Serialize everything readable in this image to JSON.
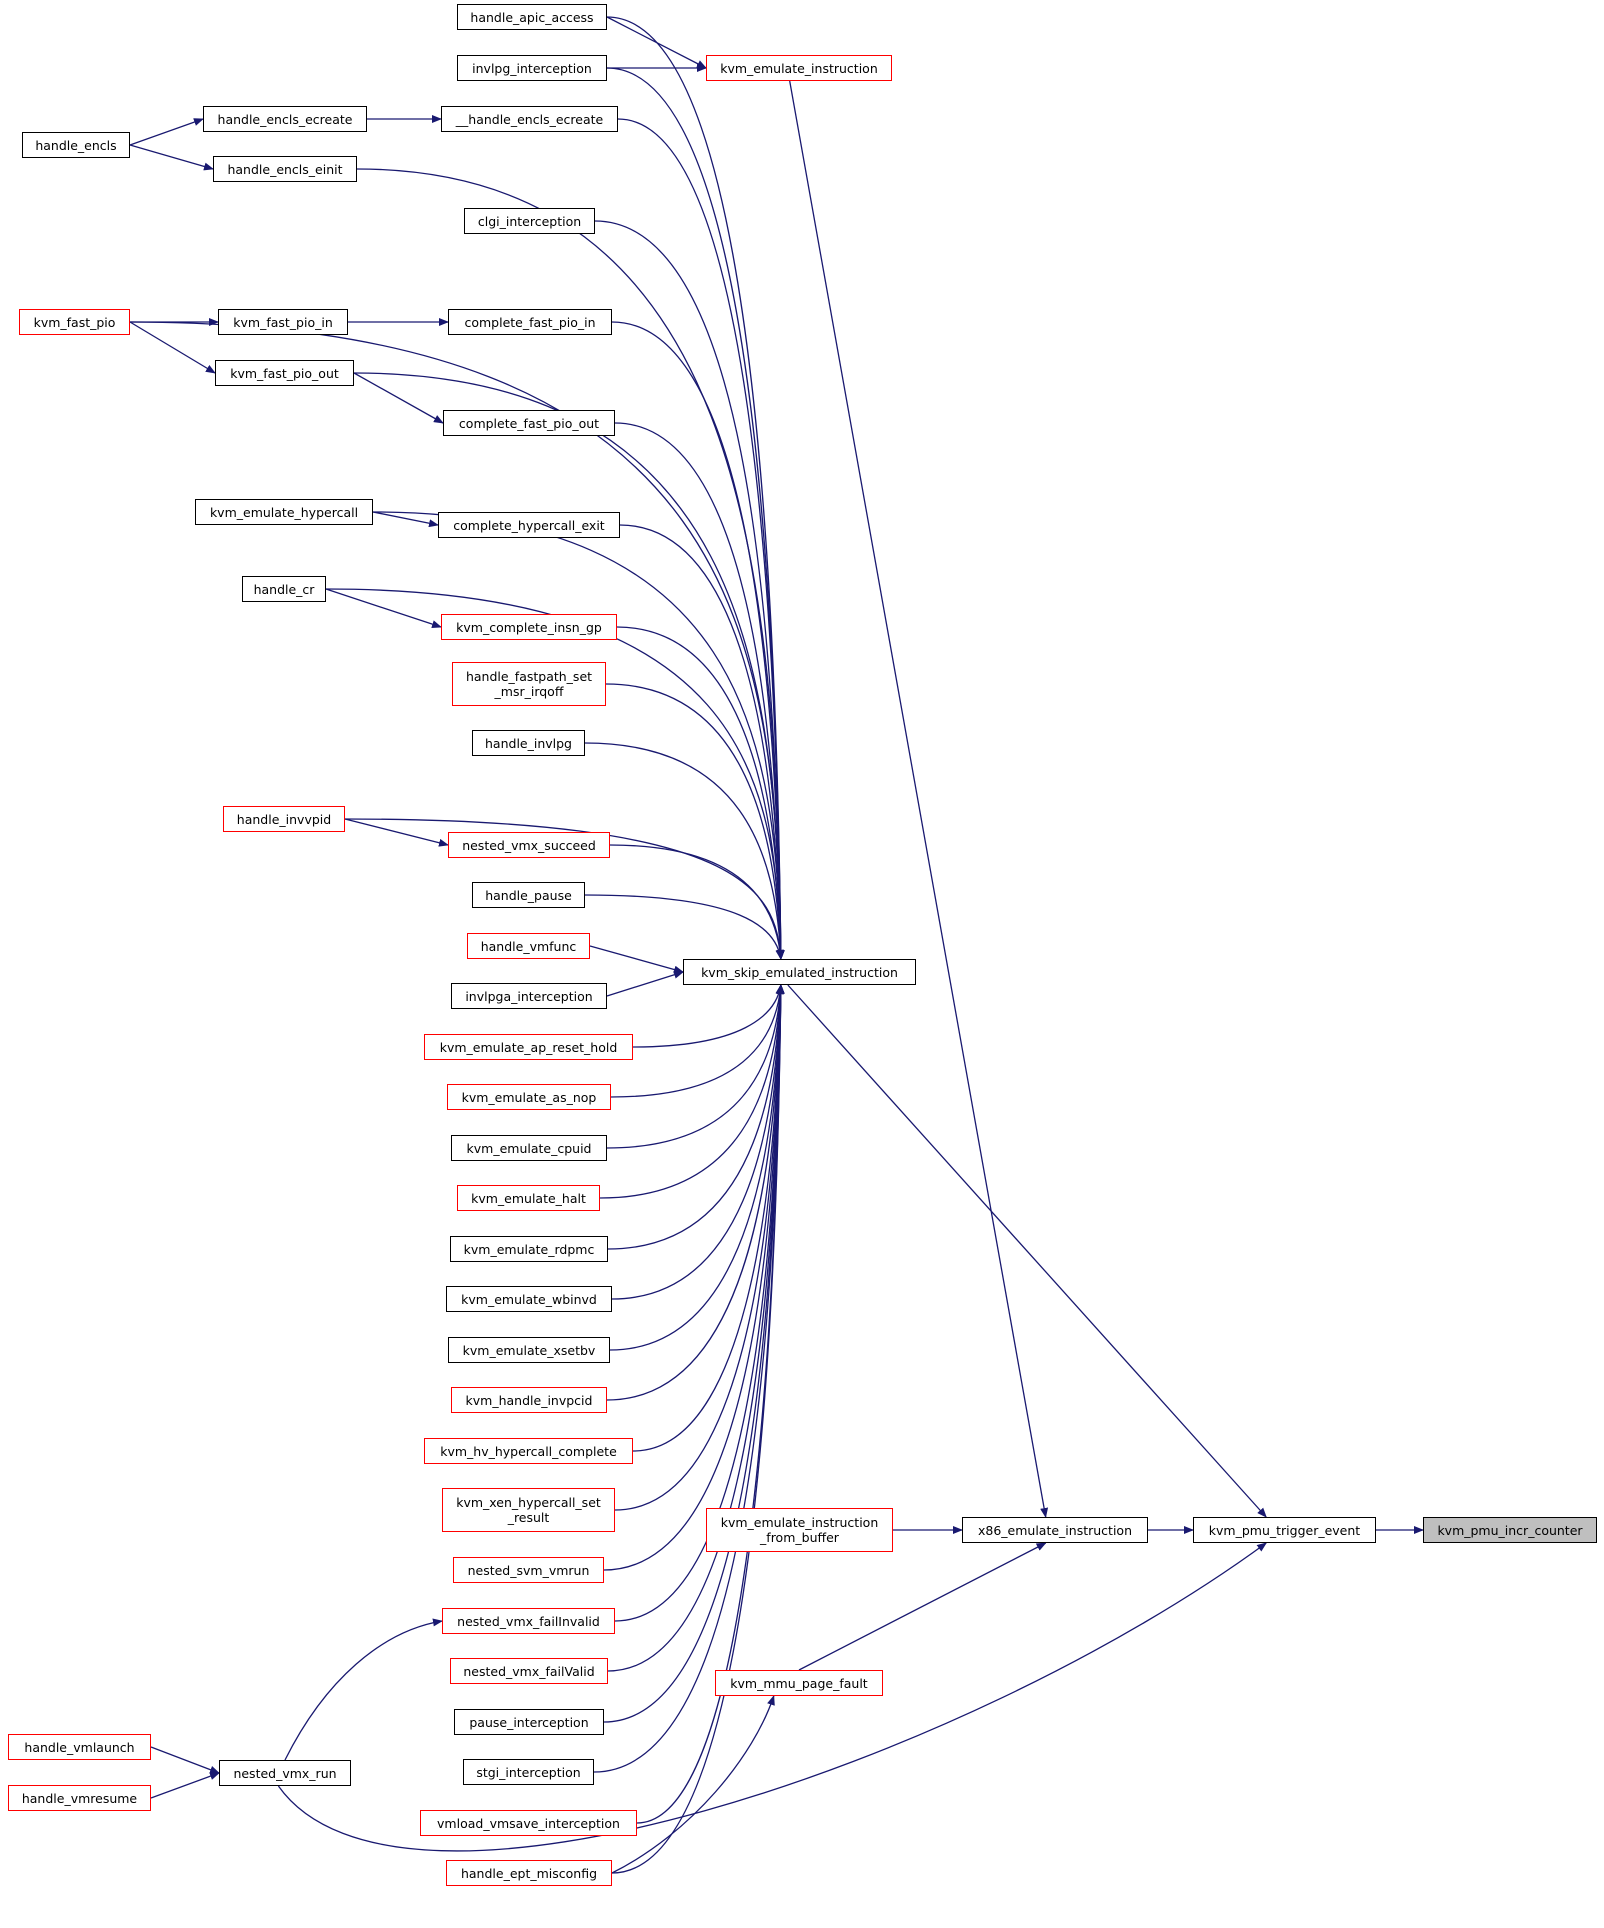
{
  "diagram": {
    "colors": {
      "edge": "#191970",
      "linked_border": "#ff0000",
      "plain_border": "#000000",
      "selected_fill": "#bfbfbf"
    },
    "nodes": {
      "handle_apic_access": {
        "label": [
          "handle_apic_access"
        ],
        "style": "plain"
      },
      "invlpg_interception": {
        "label": [
          "invlpg_interception"
        ],
        "style": "plain"
      },
      "kvm_emulate_instruction": {
        "label": [
          "kvm_emulate_instruction"
        ],
        "style": "red"
      },
      "handle_encls": {
        "label": [
          "handle_encls"
        ],
        "style": "plain"
      },
      "handle_encls_ecreate": {
        "label": [
          "handle_encls_ecreate"
        ],
        "style": "plain"
      },
      "__handle_encls_ecreate": {
        "label": [
          "__handle_encls_ecreate"
        ],
        "style": "plain"
      },
      "handle_encls_einit": {
        "label": [
          "handle_encls_einit"
        ],
        "style": "plain"
      },
      "clgi_interception": {
        "label": [
          "clgi_interception"
        ],
        "style": "plain"
      },
      "kvm_fast_pio": {
        "label": [
          "kvm_fast_pio"
        ],
        "style": "red"
      },
      "kvm_fast_pio_in": {
        "label": [
          "kvm_fast_pio_in"
        ],
        "style": "plain"
      },
      "complete_fast_pio_in": {
        "label": [
          "complete_fast_pio_in"
        ],
        "style": "plain"
      },
      "kvm_fast_pio_out": {
        "label": [
          "kvm_fast_pio_out"
        ],
        "style": "plain"
      },
      "complete_fast_pio_out": {
        "label": [
          "complete_fast_pio_out"
        ],
        "style": "plain"
      },
      "kvm_emulate_hypercall": {
        "label": [
          "kvm_emulate_hypercall"
        ],
        "style": "plain"
      },
      "complete_hypercall_exit": {
        "label": [
          "complete_hypercall_exit"
        ],
        "style": "plain"
      },
      "handle_cr": {
        "label": [
          "handle_cr"
        ],
        "style": "plain"
      },
      "kvm_complete_insn_gp": {
        "label": [
          "kvm_complete_insn_gp"
        ],
        "style": "red"
      },
      "handle_fastpath_set_msr_irqoff": {
        "label": [
          "handle_fastpath_set",
          "_msr_irqoff"
        ],
        "style": "red"
      },
      "handle_invlpg": {
        "label": [
          "handle_invlpg"
        ],
        "style": "plain"
      },
      "handle_invvpid": {
        "label": [
          "handle_invvpid"
        ],
        "style": "red"
      },
      "nested_vmx_succeed": {
        "label": [
          "nested_vmx_succeed"
        ],
        "style": "red"
      },
      "handle_pause": {
        "label": [
          "handle_pause"
        ],
        "style": "plain"
      },
      "handle_vmfunc": {
        "label": [
          "handle_vmfunc"
        ],
        "style": "red"
      },
      "invlpga_interception": {
        "label": [
          "invlpga_interception"
        ],
        "style": "plain"
      },
      "kvm_emulate_ap_reset_hold": {
        "label": [
          "kvm_emulate_ap_reset_hold"
        ],
        "style": "red"
      },
      "kvm_emulate_as_nop": {
        "label": [
          "kvm_emulate_as_nop"
        ],
        "style": "red"
      },
      "kvm_emulate_cpuid": {
        "label": [
          "kvm_emulate_cpuid"
        ],
        "style": "plain"
      },
      "kvm_emulate_halt": {
        "label": [
          "kvm_emulate_halt"
        ],
        "style": "red"
      },
      "kvm_emulate_rdpmc": {
        "label": [
          "kvm_emulate_rdpmc"
        ],
        "style": "plain"
      },
      "kvm_emulate_wbinvd": {
        "label": [
          "kvm_emulate_wbinvd"
        ],
        "style": "plain"
      },
      "kvm_emulate_xsetbv": {
        "label": [
          "kvm_emulate_xsetbv"
        ],
        "style": "plain"
      },
      "kvm_handle_invpcid": {
        "label": [
          "kvm_handle_invpcid"
        ],
        "style": "red"
      },
      "kvm_hv_hypercall_complete": {
        "label": [
          "kvm_hv_hypercall_complete"
        ],
        "style": "red"
      },
      "kvm_xen_hypercall_set_result": {
        "label": [
          "kvm_xen_hypercall_set",
          "_result"
        ],
        "style": "red"
      },
      "nested_svm_vmrun": {
        "label": [
          "nested_svm_vmrun"
        ],
        "style": "red"
      },
      "nested_vmx_failInvalid": {
        "label": [
          "nested_vmx_failInvalid"
        ],
        "style": "red"
      },
      "nested_vmx_failValid": {
        "label": [
          "nested_vmx_failValid"
        ],
        "style": "red"
      },
      "pause_interception": {
        "label": [
          "pause_interception"
        ],
        "style": "plain"
      },
      "stgi_interception": {
        "label": [
          "stgi_interception"
        ],
        "style": "plain"
      },
      "vmload_vmsave_interception": {
        "label": [
          "vmload_vmsave_interception"
        ],
        "style": "red"
      },
      "handle_ept_misconfig": {
        "label": [
          "handle_ept_misconfig"
        ],
        "style": "red"
      },
      "kvm_skip_emulated_instruction": {
        "label": [
          "kvm_skip_emulated_instruction"
        ],
        "style": "plain"
      },
      "kvm_emulate_instruction_from_buffer": {
        "label": [
          "kvm_emulate_instruction",
          "_from_buffer"
        ],
        "style": "red"
      },
      "x86_emulate_instruction": {
        "label": [
          "x86_emulate_instruction"
        ],
        "style": "plain"
      },
      "kvm_mmu_page_fault": {
        "label": [
          "kvm_mmu_page_fault"
        ],
        "style": "red"
      },
      "kvm_pmu_trigger_event": {
        "label": [
          "kvm_pmu_trigger_event"
        ],
        "style": "plain"
      },
      "kvm_pmu_incr_counter": {
        "label": [
          "kvm_pmu_incr_counter"
        ],
        "style": "selected"
      },
      "handle_vmlaunch": {
        "label": [
          "handle_vmlaunch"
        ],
        "style": "red"
      },
      "handle_vmresume": {
        "label": [
          "handle_vmresume"
        ],
        "style": "red"
      },
      "nested_vmx_run": {
        "label": [
          "nested_vmx_run"
        ],
        "style": "plain"
      }
    },
    "edges": [
      [
        "kvm_pmu_trigger_event",
        "kvm_pmu_incr_counter"
      ],
      [
        "x86_emulate_instruction",
        "kvm_pmu_trigger_event"
      ],
      [
        "kvm_skip_emulated_instruction",
        "kvm_pmu_trigger_event"
      ],
      [
        "nested_vmx_run",
        "kvm_pmu_trigger_event"
      ],
      [
        "kvm_emulate_instruction",
        "x86_emulate_instruction"
      ],
      [
        "kvm_emulate_instruction_from_buffer",
        "x86_emulate_instruction"
      ],
      [
        "kvm_mmu_page_fault",
        "x86_emulate_instruction"
      ],
      [
        "handle_apic_access",
        "kvm_emulate_instruction"
      ],
      [
        "invlpg_interception",
        "kvm_emulate_instruction"
      ],
      [
        "handle_apic_access",
        "kvm_skip_emulated_instruction"
      ],
      [
        "invlpg_interception",
        "kvm_skip_emulated_instruction"
      ],
      [
        "__handle_encls_ecreate",
        "kvm_skip_emulated_instruction"
      ],
      [
        "handle_encls_einit",
        "kvm_skip_emulated_instruction"
      ],
      [
        "clgi_interception",
        "kvm_skip_emulated_instruction"
      ],
      [
        "kvm_fast_pio",
        "kvm_skip_emulated_instruction"
      ],
      [
        "complete_fast_pio_in",
        "kvm_skip_emulated_instruction"
      ],
      [
        "kvm_fast_pio_out",
        "kvm_skip_emulated_instruction"
      ],
      [
        "complete_fast_pio_out",
        "kvm_skip_emulated_instruction"
      ],
      [
        "kvm_emulate_hypercall",
        "kvm_skip_emulated_instruction"
      ],
      [
        "complete_hypercall_exit",
        "kvm_skip_emulated_instruction"
      ],
      [
        "handle_cr",
        "kvm_skip_emulated_instruction"
      ],
      [
        "kvm_complete_insn_gp",
        "kvm_skip_emulated_instruction"
      ],
      [
        "handle_fastpath_set_msr_irqoff",
        "kvm_skip_emulated_instruction"
      ],
      [
        "handle_invlpg",
        "kvm_skip_emulated_instruction"
      ],
      [
        "handle_invvpid",
        "kvm_skip_emulated_instruction"
      ],
      [
        "nested_vmx_succeed",
        "kvm_skip_emulated_instruction"
      ],
      [
        "handle_pause",
        "kvm_skip_emulated_instruction"
      ],
      [
        "handle_vmfunc",
        "kvm_skip_emulated_instruction"
      ],
      [
        "invlpga_interception",
        "kvm_skip_emulated_instruction"
      ],
      [
        "kvm_emulate_ap_reset_hold",
        "kvm_skip_emulated_instruction"
      ],
      [
        "kvm_emulate_as_nop",
        "kvm_skip_emulated_instruction"
      ],
      [
        "kvm_emulate_cpuid",
        "kvm_skip_emulated_instruction"
      ],
      [
        "kvm_emulate_halt",
        "kvm_skip_emulated_instruction"
      ],
      [
        "kvm_emulate_rdpmc",
        "kvm_skip_emulated_instruction"
      ],
      [
        "kvm_emulate_wbinvd",
        "kvm_skip_emulated_instruction"
      ],
      [
        "kvm_emulate_xsetbv",
        "kvm_skip_emulated_instruction"
      ],
      [
        "kvm_handle_invpcid",
        "kvm_skip_emulated_instruction"
      ],
      [
        "kvm_hv_hypercall_complete",
        "kvm_skip_emulated_instruction"
      ],
      [
        "kvm_xen_hypercall_set_result",
        "kvm_skip_emulated_instruction"
      ],
      [
        "nested_svm_vmrun",
        "kvm_skip_emulated_instruction"
      ],
      [
        "nested_vmx_failInvalid",
        "kvm_skip_emulated_instruction"
      ],
      [
        "nested_vmx_failValid",
        "kvm_skip_emulated_instruction"
      ],
      [
        "pause_interception",
        "kvm_skip_emulated_instruction"
      ],
      [
        "stgi_interception",
        "kvm_skip_emulated_instruction"
      ],
      [
        "vmload_vmsave_interception",
        "kvm_skip_emulated_instruction"
      ],
      [
        "handle_ept_misconfig",
        "kvm_skip_emulated_instruction"
      ],
      [
        "handle_encls",
        "handle_encls_ecreate"
      ],
      [
        "handle_encls_ecreate",
        "__handle_encls_ecreate"
      ],
      [
        "handle_encls",
        "handle_encls_einit"
      ],
      [
        "kvm_fast_pio",
        "kvm_fast_pio_in"
      ],
      [
        "kvm_fast_pio_in",
        "complete_fast_pio_in"
      ],
      [
        "kvm_fast_pio",
        "kvm_fast_pio_out"
      ],
      [
        "kvm_fast_pio_out",
        "complete_fast_pio_out"
      ],
      [
        "kvm_emulate_hypercall",
        "complete_hypercall_exit"
      ],
      [
        "handle_cr",
        "kvm_complete_insn_gp"
      ],
      [
        "handle_invvpid",
        "nested_vmx_succeed"
      ],
      [
        "nested_vmx_run",
        "nested_vmx_failInvalid"
      ],
      [
        "handle_vmlaunch",
        "nested_vmx_run"
      ],
      [
        "handle_vmresume",
        "nested_vmx_run"
      ],
      [
        "handle_ept_misconfig",
        "kvm_mmu_page_fault"
      ]
    ]
  }
}
